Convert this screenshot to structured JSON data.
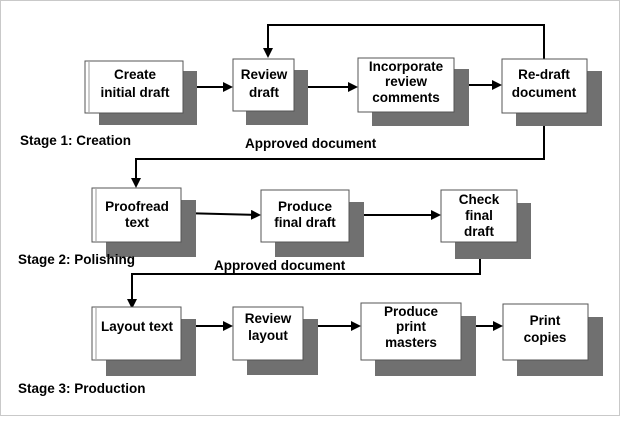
{
  "stages": [
    {
      "label": "Stage 1: Creation"
    },
    {
      "label": "Stage 2: Polishing"
    },
    {
      "label": "Stage 3: Production"
    }
  ],
  "transitions": [
    {
      "label": "Approved document"
    },
    {
      "label": "Approved document"
    }
  ],
  "boxes": [
    {
      "lines": [
        "Create",
        "initial draft"
      ]
    },
    {
      "lines": [
        "Review",
        "draft"
      ]
    },
    {
      "lines": [
        "Incorporate",
        "review",
        "comments"
      ]
    },
    {
      "lines": [
        "Re-draft",
        "document"
      ]
    },
    {
      "lines": [
        "Proofread",
        "text"
      ]
    },
    {
      "lines": [
        "Produce",
        "final draft"
      ]
    },
    {
      "lines": [
        "Check",
        "final",
        "draft"
      ]
    },
    {
      "lines": [
        "Layout text"
      ]
    },
    {
      "lines": [
        "Review",
        "layout"
      ]
    },
    {
      "lines": [
        "Produce",
        "print",
        "masters"
      ]
    },
    {
      "lines": [
        "Print",
        "copies"
      ]
    }
  ],
  "colors": {
    "box_fill": "#ffffff",
    "box_border": "#555555",
    "shadow": "#707070",
    "arrow": "#000000",
    "text": "#000000"
  }
}
